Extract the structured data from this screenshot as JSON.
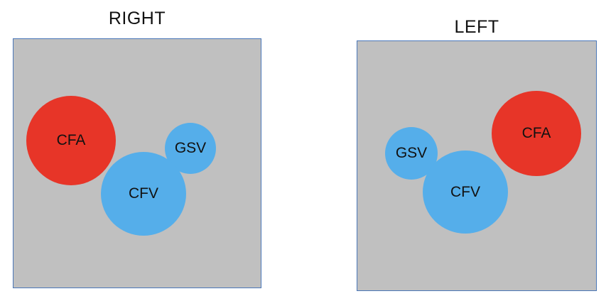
{
  "colors": {
    "artery": "#e73528",
    "vein": "#55aeea",
    "panel_fill": "#c0c0c0",
    "panel_border": "#4a77b8"
  },
  "right_panel": {
    "title": "RIGHT",
    "vessels": {
      "cfa": "CFA",
      "gsv": "GSV",
      "cfv": "CFV"
    }
  },
  "left_panel": {
    "title": "LEFT",
    "vessels": {
      "cfa": "CFA",
      "gsv": "GSV",
      "cfv": "CFV"
    }
  }
}
